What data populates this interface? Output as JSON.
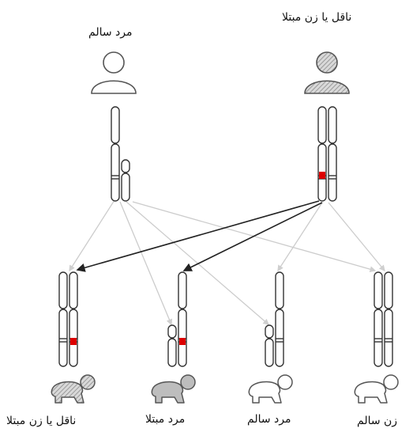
{
  "parents": {
    "father": {
      "label": "مرد سالم"
    },
    "mother": {
      "label": "ناقل یا زن مبتلا"
    }
  },
  "children": [
    {
      "label": "ناقل یا زن مبتلا"
    },
    {
      "label": "مرد مبتلا"
    },
    {
      "label": "مرد سالم"
    },
    {
      "label": "زن سالم"
    }
  ],
  "colors": {
    "chromosome_stroke": "#333333",
    "mutation": "#dd0000",
    "inheritance_line_light": "#c8c8c8",
    "inheritance_line_dark": "#222222",
    "affected_fill": "#bdbdbd"
  }
}
